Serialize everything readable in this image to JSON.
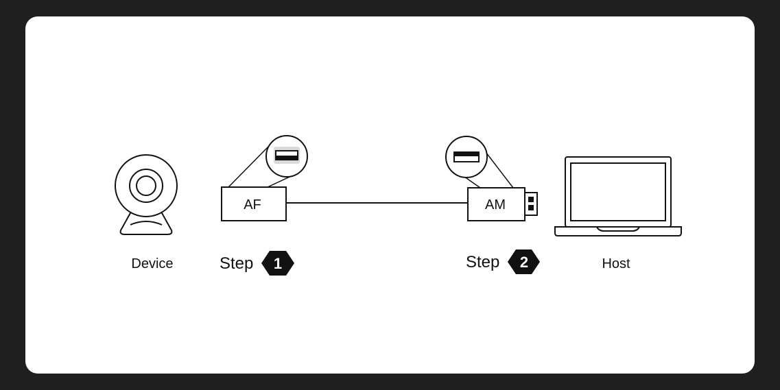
{
  "diagram": {
    "device_label": "Device",
    "host_label": "Host",
    "af_label": "AF",
    "am_label": "AM",
    "step1": {
      "text": "Step",
      "number": "1"
    },
    "step2": {
      "text": "Step",
      "number": "2"
    }
  },
  "colors": {
    "background": "#1f1f1f",
    "card": "#ffffff",
    "ink": "#111111",
    "port_fill_gray": "#d9d9d9"
  },
  "icons": [
    "webcam-icon",
    "usb-a-female-port-icon",
    "usb-a-male-port-icon",
    "usb-plug-icon",
    "laptop-icon",
    "hexagon-badge-icon"
  ]
}
